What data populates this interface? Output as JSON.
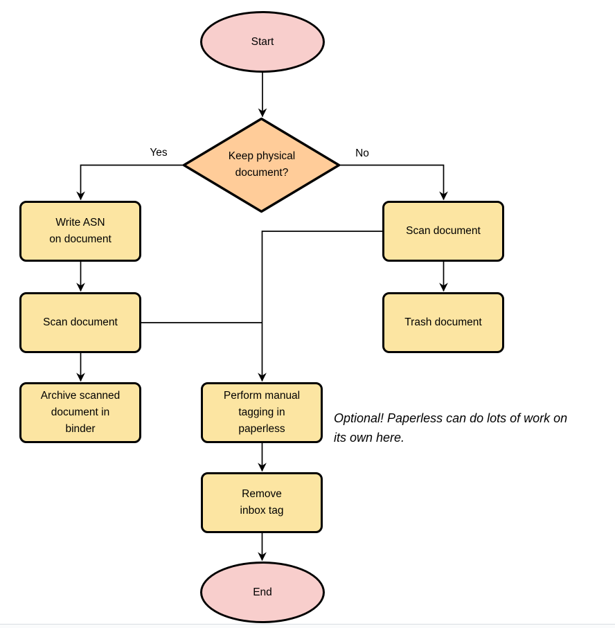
{
  "colors": {
    "terminal_fill": "#f8cecc",
    "decision_fill": "#ffcc99",
    "process_fill": "#fce5a2",
    "line_color": "#000000"
  },
  "nodes": {
    "start": {
      "label": "Start"
    },
    "decision": {
      "label": "Keep physical\ndocument?"
    },
    "write_asn": {
      "label": "Write ASN\non document"
    },
    "scan_left": {
      "label": "Scan document"
    },
    "archive": {
      "label": "Archive scanned\ndocument in\nbinder"
    },
    "scan_right": {
      "label": "Scan document"
    },
    "trash": {
      "label": "Trash document"
    },
    "tagging": {
      "label": "Perform manual\ntagging in\npaperless"
    },
    "remove_inbox": {
      "label": "Remove\ninbox tag"
    },
    "end": {
      "label": "End"
    }
  },
  "edges": {
    "yes_label": "Yes",
    "no_label": "No"
  },
  "note": {
    "text": "Optional! Paperless can do lots of work on\nits own here."
  }
}
